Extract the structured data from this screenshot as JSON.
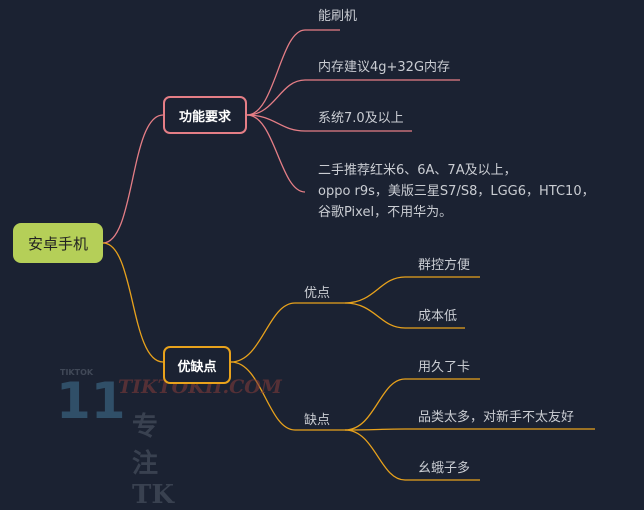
{
  "colors": {
    "background": "#1b2232",
    "root_fill": "#b5cf58",
    "branch_functional": "#e57e86",
    "branch_proscons": "#e8a21c",
    "leaf_text": "#c9ccd2"
  },
  "root": {
    "label": "安卓手机"
  },
  "functional": {
    "label": "功能要求",
    "leaves": [
      "能刷机",
      "内存建议4g+32G内存",
      "系统7.0及以上",
      "二手推荐红米6、6A、7A及以上，",
      "oppo r9s，美版三星S7/S8，LGG6，HTC10，",
      "谷歌Pixel，不用华为。"
    ]
  },
  "proscons": {
    "label": "优缺点",
    "pros": {
      "label": "优点",
      "items": [
        "群控方便",
        "成本低"
      ]
    },
    "cons": {
      "label": "缺点",
      "items": [
        "用久了卡",
        "品类太多，对新手不太友好",
        "幺蛾子多"
      ]
    }
  },
  "watermark": {
    "top": "TIKTOK",
    "number": "11",
    "brand": "TIKTOKII.COM",
    "cn": "专注TK"
  }
}
